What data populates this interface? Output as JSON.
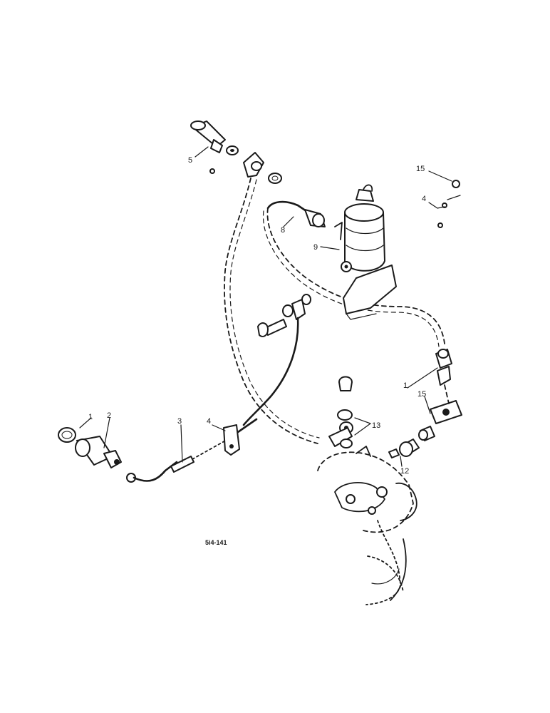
{
  "figure_code": "5i4-141",
  "callouts": {
    "c1": "1",
    "c2": "2",
    "c3": "3",
    "c4_left": "4",
    "c5": "5",
    "c8": "8",
    "c9": "9",
    "c12": "12",
    "c13": "13",
    "c15_top": "15",
    "c4_top": "4",
    "c1_right": "1",
    "c15_right": "15"
  }
}
